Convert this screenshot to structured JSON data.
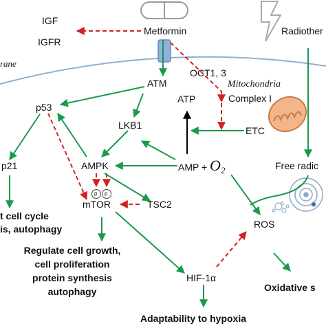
{
  "labels": {
    "igf": "IGF",
    "igfr": "IGFR",
    "metformin": "Metformin",
    "radiotherapy": "Radiother",
    "membrane": "rane",
    "atm": "ATM",
    "oct": "OCT1, 3",
    "mitochondria": "Mitochondria",
    "complex": "Complex I",
    "p53": "p53",
    "atp": "ATP",
    "lkb1": "LKB1",
    "etc": "ETC",
    "p21": "p21",
    "ampk": "AMPK",
    "amp_o2": "AMP + ",
    "o2": "O",
    "o2_sub": "2",
    "free_radicals": "Free radic",
    "p_left": "p",
    "p_right": "p",
    "mtor": "mTOR",
    "tsc2": "TSC2",
    "cell_cycle_line1": "t cell cycle",
    "cell_cycle_line2": "is, autophagy",
    "ros": "ROS",
    "regulate_line1": "Regulate cell growth,",
    "regulate_line2": "cell proliferation",
    "regulate_line3": "protein synthesis",
    "regulate_line4": "autophagy",
    "hif": "HIF-1α",
    "oxidative": "Oxidative s",
    "hypoxia": "Adaptability to hypoxia"
  },
  "colors": {
    "activate": "#1a9a4a",
    "inhibit": "#d42020",
    "neutral": "#000000",
    "membrane": "#8fb0d0",
    "transporter": "#8fb0e0",
    "mitochondria": "#f0a070"
  },
  "icons": [
    "pill-icon",
    "lightning-icon",
    "mitochondria-icon",
    "transporter-icon",
    "radical-orbit-icon",
    "ros-bubbles-icon"
  ]
}
